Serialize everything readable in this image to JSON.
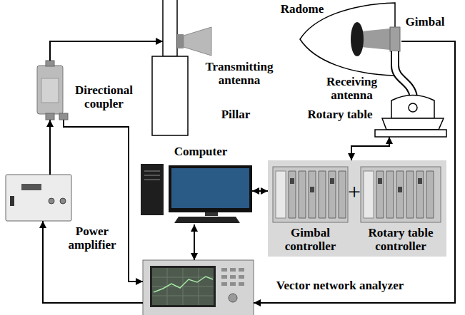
{
  "diagram": {
    "nodes": [
      {
        "text": [
          "Transmitting antenna",
          "Pillar"
        ]
      },
      {
        "text": [
          "Radome",
          "Gimbal",
          "Receiving antenna",
          "Rotary table"
        ]
      },
      {
        "text": [
          "Directional coupler"
        ]
      },
      {
        "text": [
          "Computer"
        ]
      },
      {
        "text": [
          "+"
        ]
      },
      {
        "text": [
          "Gimbal controller"
        ],
        "in": 4
      },
      {
        "text": [
          "Rotary table controller"
        ],
        "in": 4
      },
      {
        "text": [
          "Power amplifier"
        ]
      },
      {
        "text": [
          "Vector network analyzer"
        ]
      }
    ],
    "edges": [
      {
        "from": 7,
        "to": 2,
        "arrow": "to"
      },
      {
        "from": 2,
        "to": 0,
        "arrow": "to"
      },
      {
        "from": 2,
        "to": 8,
        "arrow": "to"
      },
      {
        "from": 8,
        "to": 7,
        "arrow": "to"
      },
      {
        "from": 1,
        "to": 8,
        "arrow": "to"
      },
      {
        "from": 3,
        "to": 4,
        "arrow": "both"
      },
      {
        "from": 4,
        "to": 1,
        "arrow": "both"
      },
      {
        "from": 3,
        "to": 8,
        "arrow": "both"
      }
    ]
  }
}
